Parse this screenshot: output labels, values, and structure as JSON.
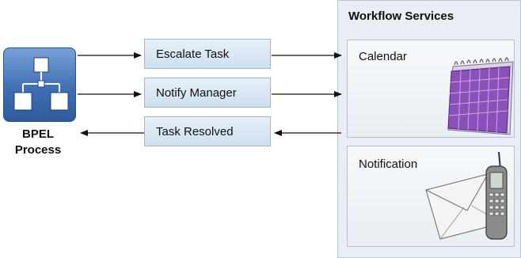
{
  "bpel": {
    "label_line1": "BPEL",
    "label_line2": "Process"
  },
  "tasks": {
    "escalate": "Escalate Task",
    "notify": "Notify Manager",
    "resolved": "Task Resolved"
  },
  "workflow": {
    "title": "Workflow Services",
    "calendar": "Calendar",
    "notification": "Notification"
  },
  "colors": {
    "bpel_blue": "#3f6fb4",
    "task_fill": "#dbe7f3",
    "panel_fill": "#e8eef4",
    "calendar_purple": "#8a4fb8"
  }
}
